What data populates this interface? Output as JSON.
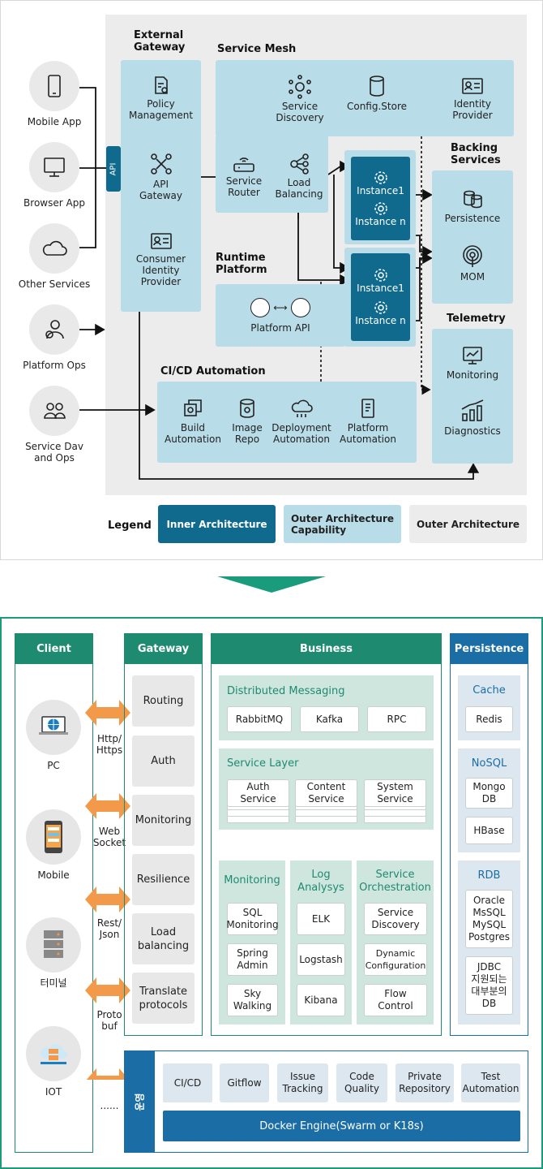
{
  "top": {
    "clients": [
      {
        "label": "Mobile App",
        "icon": "mobile-icon"
      },
      {
        "label": "Browser App",
        "icon": "monitor-icon"
      },
      {
        "label": "Other Services",
        "icon": "cloud-icon"
      },
      {
        "label": "Platform Ops",
        "icon": "ops-user-icon"
      },
      {
        "label": "Service Dav\nand Ops",
        "icon": "users-icon"
      }
    ],
    "api_tab": "API",
    "external_gateway": {
      "title": "External\nGateway",
      "items": [
        "Policy\nManagement",
        "API\nGateway",
        "Consumer\nIdentity\nProvider"
      ]
    },
    "service_mesh": {
      "title": "Service Mesh",
      "items": [
        "Service\nDiscovery",
        "Config.Store",
        "Identity\nProvider",
        "Service\nRouter",
        "Load\nBalancing"
      ]
    },
    "instances": [
      "Instance1",
      "Instance n",
      "Instance1",
      "Instance n"
    ],
    "runtime_platform": {
      "title": "Runtime\nPlatform",
      "item": "Platform API"
    },
    "backing_services": {
      "title": "Backing\nServices",
      "items": [
        "Persistence",
        "MOM"
      ]
    },
    "telemetry": {
      "title": "Telemetry",
      "items": [
        "Monitoring",
        "Diagnostics"
      ]
    },
    "cicd": {
      "title": "CI/CD Automation",
      "items": [
        "Build\nAutomation",
        "Image\nRepo",
        "Deployment\nAutomation",
        "Platform\nAutomation"
      ]
    },
    "legend": {
      "label": "Legend",
      "inner": "Inner Architecture",
      "outer_cap": "Outer Architecture\nCapability",
      "outer": "Outer Architecture"
    }
  },
  "bottom": {
    "client": {
      "title": "Client",
      "items": [
        "PC",
        "Mobile",
        "터미널",
        "IOT"
      ],
      "protocols": [
        "Http/\nHttps",
        "Web\nSocket",
        "Rest/\nJson",
        "Proto\nbuf",
        "......"
      ]
    },
    "gateway": {
      "title": "Gateway",
      "items": [
        "Routing",
        "Auth",
        "Monitoring",
        "Resilience",
        "Load\nbalancing",
        "Translate\nprotocols"
      ]
    },
    "business": {
      "title": "Business",
      "distributed_messaging": {
        "title": "Distributed Messaging",
        "items": [
          "RabbitMQ",
          "Kafka",
          "RPC"
        ]
      },
      "service_layer": {
        "title": "Service Layer",
        "items": [
          "Auth\nService",
          "Content\nService",
          "System\nService"
        ]
      },
      "monitoring": {
        "title": "Monitoring",
        "items": [
          "SQL\nMonitoring",
          "Spring\nAdmin",
          "Sky\nWalking"
        ]
      },
      "log": {
        "title": "Log\nAnalysys",
        "items": [
          "ELK",
          "Logstash",
          "Kibana"
        ]
      },
      "orchestration": {
        "title": "Service\nOrchestration",
        "items": [
          "Service\nDiscovery",
          "Dynamic\nConfiguration",
          "Flow\nControl"
        ]
      }
    },
    "persistence": {
      "title": "Persistence",
      "cache": {
        "title": "Cache",
        "items": [
          "Redis"
        ]
      },
      "nosql": {
        "title": "NoSQL",
        "items": [
          "Mongo\nDB",
          "HBase"
        ]
      },
      "rdb": {
        "title": "RDB",
        "items": [
          "Oracle\nMsSQL\nMySQL\nPostgres",
          "JDBC\n지원되는\n대부분의\nDB"
        ]
      }
    },
    "ops": {
      "label": "운영",
      "items": [
        "CI/CD",
        "Gitflow",
        "Issue\nTracking",
        "Code\nQuality",
        "Private\nRepository",
        "Test\nAutomation"
      ],
      "engine": "Docker Engine(Swarm or K18s)"
    }
  },
  "colors": {
    "dark_blue": "#0f6a8e",
    "light_blue": "#b8dce8",
    "gray": "#ededed",
    "green": "#1e8a70",
    "orange": "#f39a4a"
  }
}
